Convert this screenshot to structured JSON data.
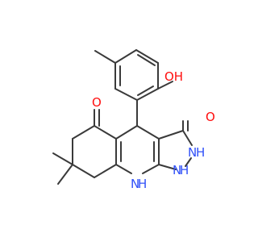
{
  "colors": {
    "bond": "#3a3a3a",
    "oxygen": "#ff0d0d",
    "nitrogen": "#3050f8",
    "background": "#ffffff"
  },
  "labels": {
    "o_ketone": "O",
    "o_phenol": "OH",
    "o_pyrazolone": "O",
    "n_amine": "N",
    "h_amine": "H",
    "n2": "N",
    "h_n2": "H",
    "n1": "N",
    "h_n1": "H"
  }
}
